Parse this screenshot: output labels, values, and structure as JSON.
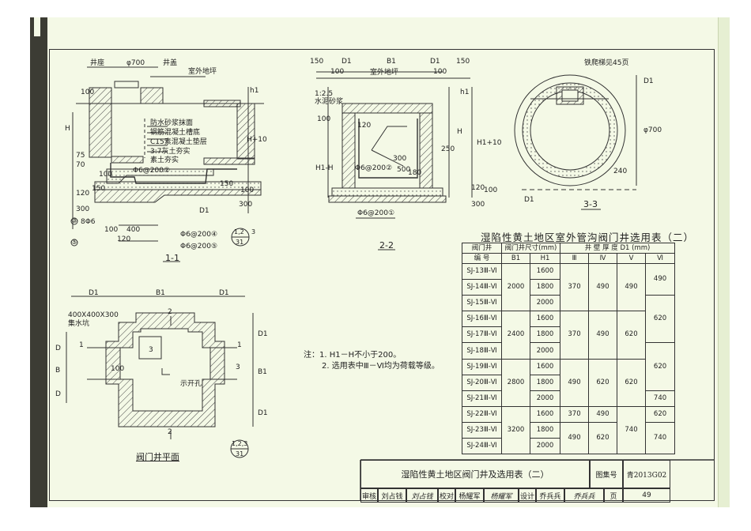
{
  "section_1_1": {
    "labels": {
      "well_seat": "井座",
      "diameter": "φ700",
      "well_cover": "井盖",
      "ground": "室外地坪",
      "h1": "h1",
      "h": "H",
      "h_plus_10": "H+10",
      "waterproof_mortar": "防水砂浆抹面",
      "rc_slab": "钢筋混凝土槽底",
      "c15_cushion": "C15素混凝土垫层",
      "lime_soil": "3:7灰土夯实",
      "plain_soil": "素土夯实",
      "rebar_2": "Φ6@200②",
      "rebar_4": "Φ6@200④",
      "rebar_5": "Φ6@200⑤",
      "bars_3": "8Φ6",
      "dim_100": "100",
      "dim_75": "75",
      "dim_70": "70",
      "dim_100b": "100",
      "dim_150": "150",
      "dim_120": "120",
      "dim_300": "300",
      "dim_400": "400",
      "dim_120b": "120",
      "dim_150b": "150",
      "dim_100c": "100",
      "dim_1": "100",
      "dim_2": "300",
      "d1": "D1",
      "circ_3": "③",
      "circ_5": "⑤",
      "caption": "1-1",
      "ref_top": "1,2",
      "ref_num": "3",
      "ref_bottom": "31"
    }
  },
  "section_2_2": {
    "labels": {
      "dim_150l": "150",
      "d1l": "D1",
      "b1": "B1",
      "d1r": "D1",
      "dim_150r": "150",
      "dim_100l": "100",
      "dim_100r": "100",
      "ground": "室外地坪",
      "mortar_ratio": "1:2.5",
      "cement_mortar": "水泥砂浆",
      "dim_120": "120",
      "dim_100": "100",
      "h1": "h1",
      "h": "H",
      "h1_plus_10": "H1+10",
      "h1_minus_h": "H1-H",
      "dim_250": "250",
      "dim_300": "300",
      "dim_500": "500",
      "dim_180": "180",
      "rebar_2": "Φ6@200②",
      "rebar_1": "Φ6@200①",
      "dim_300b": "300",
      "dim_120b": "120",
      "dim_100b": "100",
      "caption": "2-2"
    }
  },
  "section_3_3": {
    "labels": {
      "ladder": "铁爬梯见45页",
      "d1": "D1",
      "diameter": "φ700",
      "dim_240": "240",
      "d1b": "D1",
      "caption": "3-3"
    }
  },
  "plan": {
    "labels": {
      "d1l": "D1",
      "b1": "B1",
      "d1r": "D1",
      "sump": "400X400X300",
      "sump_label": "集水坑",
      "dim_100": "100",
      "d": "D",
      "b": "B",
      "d2": "D",
      "b1v": "B1",
      "d1t": "D1",
      "d1b": "D1",
      "hole": "示开孔",
      "cut_2a": "2",
      "cut_2b": "2",
      "cut_1a": "1",
      "cut_1b": "1",
      "cut_3a": "3",
      "cut_3b": "3",
      "caption": "阀门井平面",
      "ref_top": "1,2,3",
      "ref_bottom": "31"
    }
  },
  "notes": {
    "n1": "注：1. H1－H不小于200。",
    "n2": "2. 选用表中Ⅲ－Ⅵ均为荷载等级。"
  },
  "table": {
    "title": "湿陷性黄土地区室外管沟阀门井选用表（二）",
    "h_col1a": "阀门井",
    "h_col1b": "编  号",
    "h_size": "阀门井尺寸(mm)",
    "h_b1": "B1",
    "h_h1": "H1",
    "h_thick": "井  壁  厚  度  D1 (mm)",
    "h_3": "Ⅲ",
    "h_4": "Ⅳ",
    "h_5": "Ⅴ",
    "h_6": "Ⅵ",
    "ids": [
      "SJ-13Ⅲ-Ⅵ",
      "SJ-14Ⅲ-Ⅵ",
      "SJ-15Ⅲ-Ⅵ",
      "SJ-16Ⅲ-Ⅵ",
      "SJ-17Ⅲ-Ⅵ",
      "SJ-18Ⅲ-Ⅵ",
      "SJ-19Ⅲ-Ⅵ",
      "SJ-20Ⅲ-Ⅵ",
      "SJ-21Ⅲ-Ⅵ",
      "SJ-22Ⅲ-Ⅵ",
      "SJ-23Ⅲ-Ⅵ",
      "SJ-24Ⅲ-Ⅵ"
    ],
    "h1": [
      "1600",
      "1800",
      "2000",
      "1600",
      "1800",
      "2000",
      "1600",
      "1800",
      "2000",
      "1600",
      "1800",
      "2000"
    ],
    "b1": [
      "2000",
      "2400",
      "2800",
      "3200"
    ],
    "c3": [
      "370",
      "370",
      "490",
      "370",
      "490"
    ],
    "c4": [
      "490",
      "490",
      "620",
      "490",
      "620"
    ],
    "c5": [
      "490",
      "620",
      "620",
      "740"
    ],
    "c6": [
      "490",
      "620",
      "620",
      "740",
      "620",
      "740"
    ]
  },
  "title_block": {
    "title": "湿陷性黄土地区阀门井及选用表（二）",
    "atlas_label": "图集号",
    "atlas_no": "青2013G02",
    "review": "审核",
    "reviewer": "刘占钱",
    "reviewer_sig": "刘占钱",
    "check": "校对",
    "checker": "杨耀军",
    "checker_sig": "杨耀军",
    "design": "设计",
    "designer": "乔兵兵",
    "designer_sig": "乔兵兵",
    "page_label": "页",
    "page_no": "49"
  }
}
